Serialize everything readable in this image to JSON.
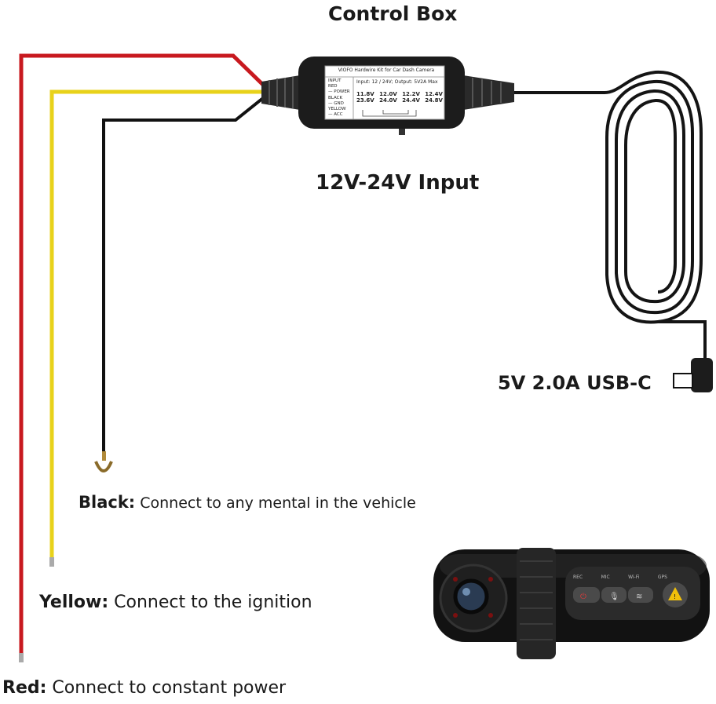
{
  "labels": {
    "control_box": "Control Box",
    "input": "12V-24V Input",
    "output": "5V 2.0A USB-C"
  },
  "box_text": {
    "header": "VIOFO Hardwire Kit for Car Dash Camera",
    "spec": "Input: 12 / 24V; Output: 5V2A Max",
    "legend": [
      "INPUT",
      "RED",
      "— POWER",
      "BLACK",
      "— GND",
      "YELLOW",
      "— ACC"
    ],
    "row1": [
      "11.8V",
      "12.0V",
      "12.2V",
      "12.4V"
    ],
    "row2": [
      "23.6V",
      "24.0V",
      "24.4V",
      "24.8V"
    ]
  },
  "wires": [
    {
      "name": "Black:",
      "desc": "Connect to any mental in the vehicle",
      "color": "#111111"
    },
    {
      "name": "Yellow:",
      "desc": "Connect to the ignition",
      "color": "#e8d21a"
    },
    {
      "name": "Red:",
      "desc": "Connect to constant power",
      "color": "#c8191f"
    }
  ],
  "camera_buttons": [
    "REC",
    "MIC",
    "Wi-Fi",
    "GPS"
  ]
}
